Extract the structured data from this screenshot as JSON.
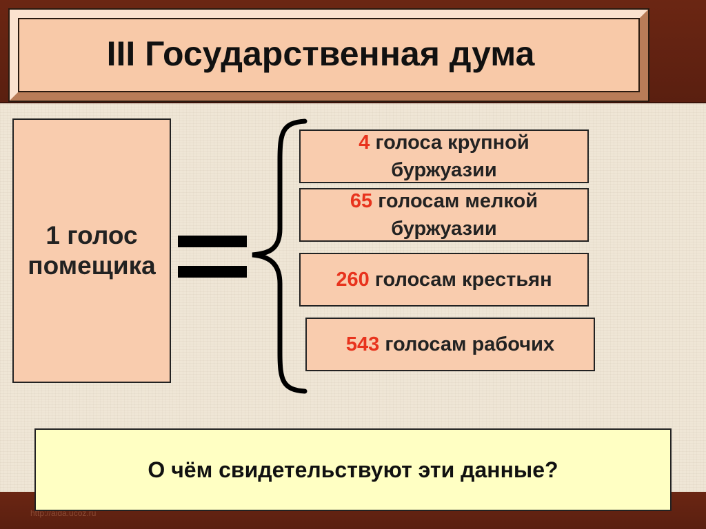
{
  "title": "III Государственная дума",
  "landowner": {
    "line1": "1 голос",
    "line2": "помещика"
  },
  "votes": [
    {
      "number": "4",
      "line1_rest": " голоса крупной",
      "line2": "буржуазии"
    },
    {
      "number": "65",
      "line1_rest": " голосам мелкой",
      "line2": "буржуазии"
    },
    {
      "number": "260",
      "line1_rest": " голосам крестьян",
      "line2": ""
    },
    {
      "number": "543",
      "line1_rest": " голосам рабочих",
      "line2": ""
    }
  ],
  "question": "О чём свидетельствуют эти данные?",
  "source_link": "http://aida.ucoz.ru",
  "colors": {
    "band": "#6b2613",
    "box_fill": "#f9ccae",
    "number_accent": "#e8331d",
    "question_fill": "#ffffc3",
    "background": "#efe6d6"
  }
}
